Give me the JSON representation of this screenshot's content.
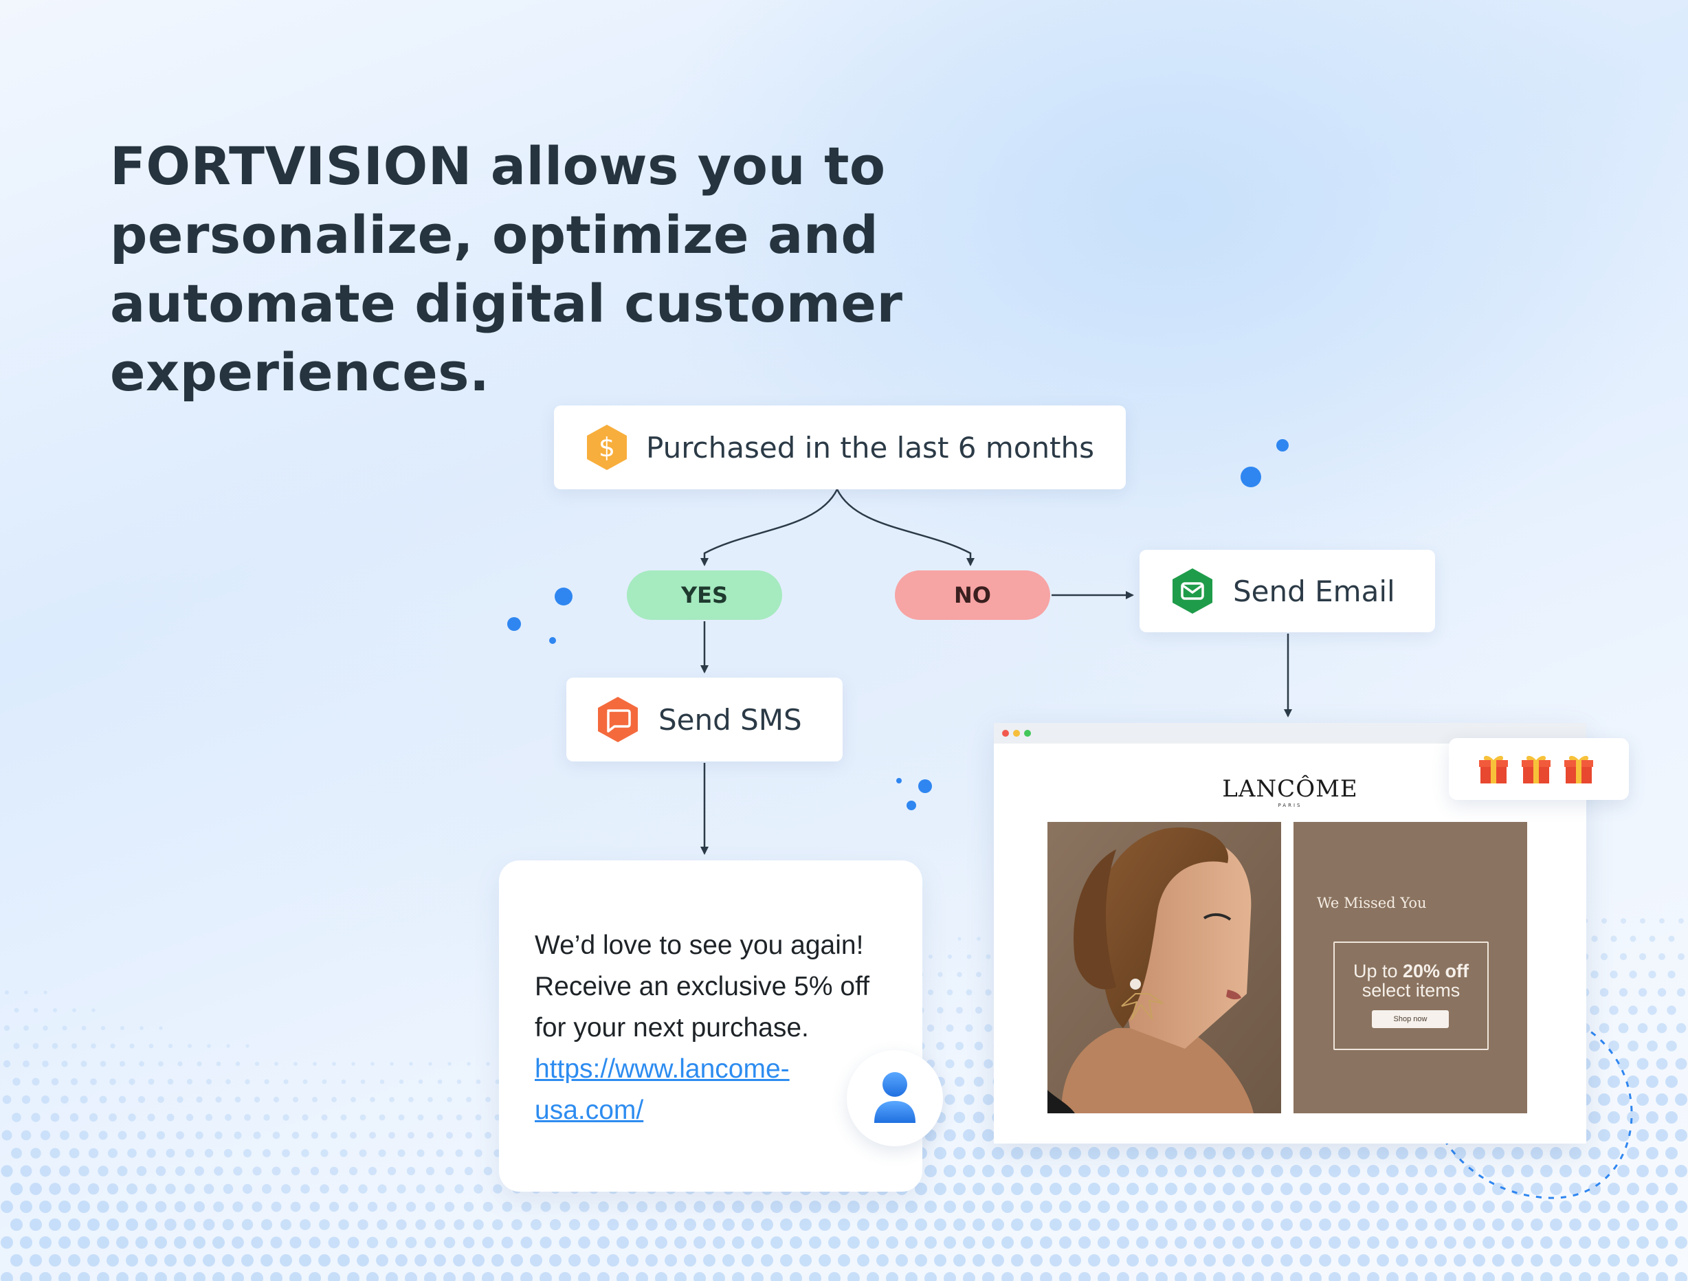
{
  "headline": "FORTVISION allows you to personalize, optimize and automate digital customer experiences.",
  "diagram": {
    "condition_label": "Purchased in the last 6 months",
    "branch_yes": "YES",
    "branch_no": "NO",
    "action_email": "Send Email",
    "action_sms": "Send SMS"
  },
  "sms_message": {
    "line1": "We’d love to see you again!",
    "line2": "Receive an exclusive 5% off",
    "line3": "for your next purchase.",
    "link": "https://www.lancome-usa.com/"
  },
  "email_preview": {
    "brand": "LANCÔME",
    "brand_sub": "PARIS",
    "offer_title": "We Missed You",
    "offer_prefix": "Up to",
    "offer_highlight": "20% off",
    "offer_line2": "select items",
    "cta": "Shop now"
  },
  "icons": {
    "condition": "dollar-icon",
    "email": "envelope-icon",
    "sms": "chat-bubble-icon",
    "avatar": "user-icon",
    "gift": "gift-icon"
  },
  "colors": {
    "headline": "#25343f",
    "yes": "#a6eac0",
    "no": "#f7a4a4",
    "condition_icon": "#f8ae3c",
    "email_icon": "#1f9c4a",
    "sms_icon": "#f46a3d",
    "link": "#2d8cf0",
    "accent_dot": "#2f86f0"
  }
}
